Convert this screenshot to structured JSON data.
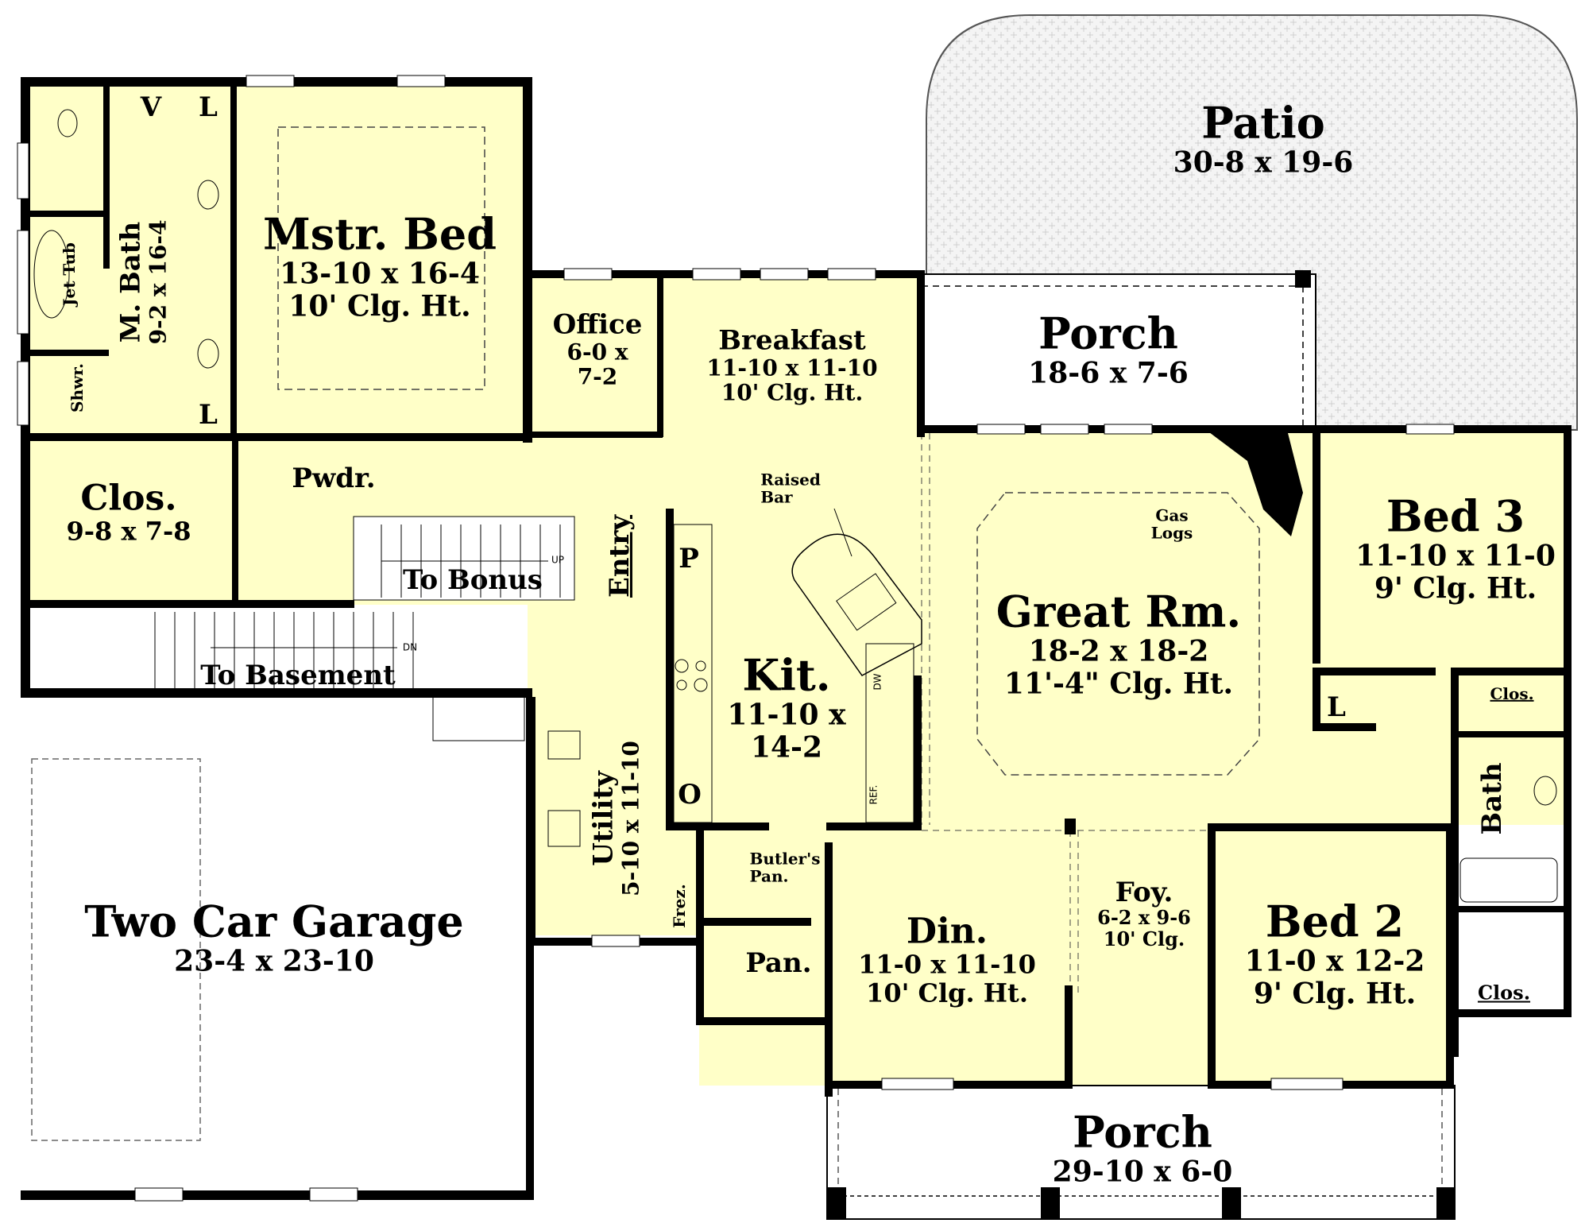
{
  "plan": {
    "fill_color": "#FFFFC8",
    "wall_color": "#000000",
    "patio_color": "#EDEDED"
  },
  "rooms": {
    "patio": {
      "name": "Patio",
      "dims": "30-8 x 19-6"
    },
    "porch_rear": {
      "name": "Porch",
      "dims": "18-6 x 7-6"
    },
    "master_bed": {
      "name": "Mstr. Bed",
      "dims": "13-10 x 16-4",
      "ceiling": "10' Clg. Ht."
    },
    "master_bath": {
      "name": "M. Bath",
      "dims": "9-2 x 16-4"
    },
    "jet_tub": {
      "name": "Jet Tub"
    },
    "shower": {
      "name": "Shwr."
    },
    "vanity": {
      "name": "V"
    },
    "linen_top": {
      "name": "L"
    },
    "linen_bottom": {
      "name": "L"
    },
    "office": {
      "name": "Office",
      "dims_line1": "6-0 x",
      "dims_line2": "7-2"
    },
    "breakfast": {
      "name": "Breakfast",
      "dims": "11-10 x 11-10",
      "ceiling": "10' Clg. Ht."
    },
    "master_closet": {
      "name": "Clos.",
      "dims": "9-8 x 7-8"
    },
    "powder": {
      "name": "Pwdr."
    },
    "stairs_bonus": {
      "name": "To Bonus",
      "direction": "UP"
    },
    "stairs_basement": {
      "name": "To Basement",
      "direction": "DN"
    },
    "entry": {
      "name": "Entry"
    },
    "raised_bar": {
      "name_line1": "Raised",
      "name_line2": "Bar"
    },
    "kitchen": {
      "name": "Kit.",
      "dims_line1": "11-10 x",
      "dims_line2": "14-2"
    },
    "pantry_cab": {
      "name": "P"
    },
    "oven": {
      "name": "O"
    },
    "dishwasher": {
      "name": "DW"
    },
    "refrigerator": {
      "name": "REF."
    },
    "gas_logs": {
      "name_line1": "Gas",
      "name_line2": "Logs"
    },
    "great_room": {
      "name": "Great Rm.",
      "dims": "18-2 x 18-2",
      "ceiling": "11'-4\" Clg. Ht."
    },
    "bed3": {
      "name": "Bed 3",
      "dims": "11-10 x 11-0",
      "ceiling": "9' Clg. Ht."
    },
    "linen_hall": {
      "name": "L"
    },
    "bed3_closet": {
      "name": "Clos."
    },
    "hall_bath": {
      "name": "Bath"
    },
    "utility": {
      "name": "Utility",
      "dims": "5-10 x 11-10"
    },
    "freezer": {
      "name": "Frez."
    },
    "butlers_pantry": {
      "name_line1": "Butler's",
      "name_line2": "Pan."
    },
    "pantry": {
      "name": "Pan."
    },
    "dining": {
      "name": "Din.",
      "dims": "11-0 x 11-10",
      "ceiling": "10' Clg. Ht."
    },
    "foyer": {
      "name": "Foy.",
      "dims": "6-2 x 9-6",
      "ceiling": "10' Clg."
    },
    "bed2": {
      "name": "Bed 2",
      "dims": "11-0 x 12-2",
      "ceiling": "9' Clg. Ht."
    },
    "bed2_closet": {
      "name": "Clos."
    },
    "garage": {
      "name": "Two Car Garage",
      "dims": "23-4 x 23-10"
    },
    "porch_front": {
      "name": "Porch",
      "dims": "29-10 x 6-0"
    }
  }
}
